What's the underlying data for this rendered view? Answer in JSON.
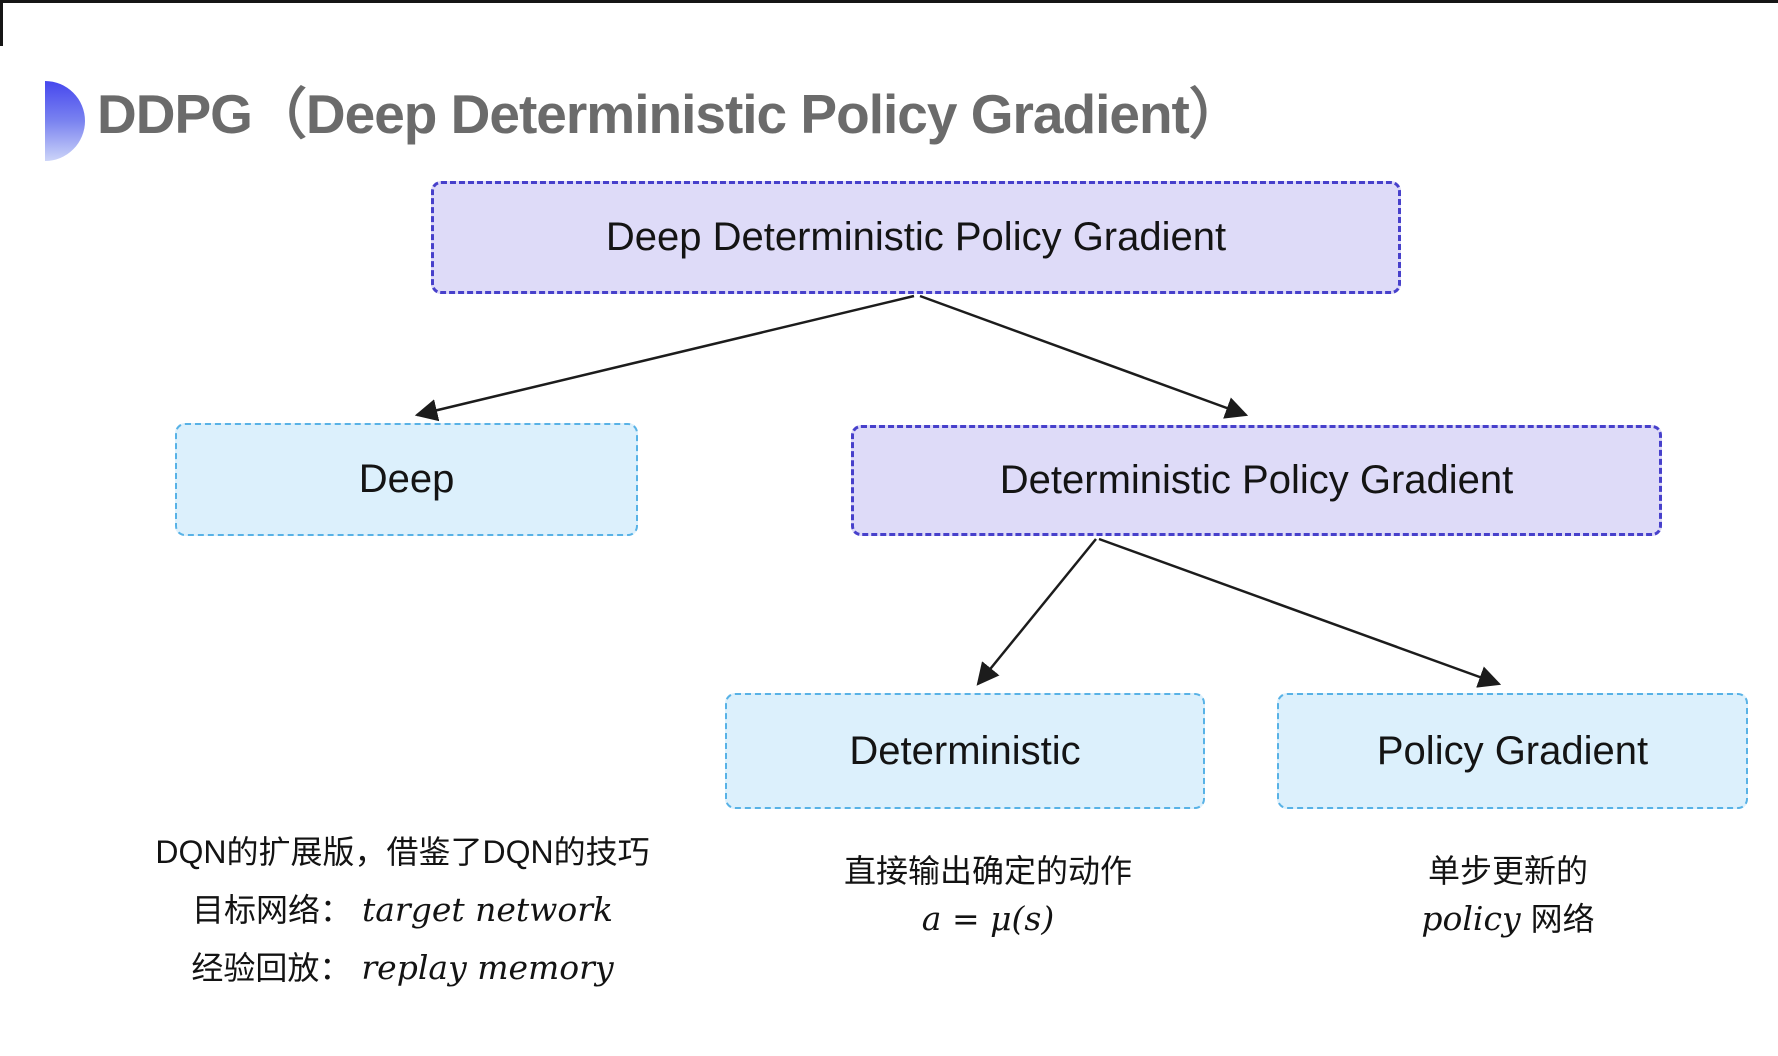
{
  "header": {
    "title": "DDPG（Deep Deterministic Policy Gradient）"
  },
  "tree": {
    "root_label": "Deep Deterministic Policy Gradient",
    "deep_label": "Deep",
    "dpg_label": "Deterministic Policy Gradient",
    "deterministic_label": "Deterministic",
    "policy_gradient_label": "Policy Gradient"
  },
  "notes": {
    "deep": {
      "summary": "DQN的扩展版，借鉴了DQN的技巧",
      "target_label": "目标网络：",
      "target_term": "target network",
      "replay_label": "经验回放：",
      "replay_term": "replay memory"
    },
    "deterministic": {
      "summary": "直接输出确定的动作",
      "formula": "a = μ(s)"
    },
    "policy_gradient": {
      "summary": "单步更新的",
      "term": "policy",
      "term_suffix": "网络"
    }
  },
  "colors": {
    "purple_fill": "#dedbf8",
    "purple_border": "#4740cb",
    "blue_fill": "#dcf0fc",
    "blue_border": "#58b2e6",
    "title_text": "#6b6b6b",
    "box_text": "#141414",
    "arrow": "#1c1c1c",
    "icon_top": "#4647ee",
    "icon_bottom": "#ccd4f8"
  }
}
